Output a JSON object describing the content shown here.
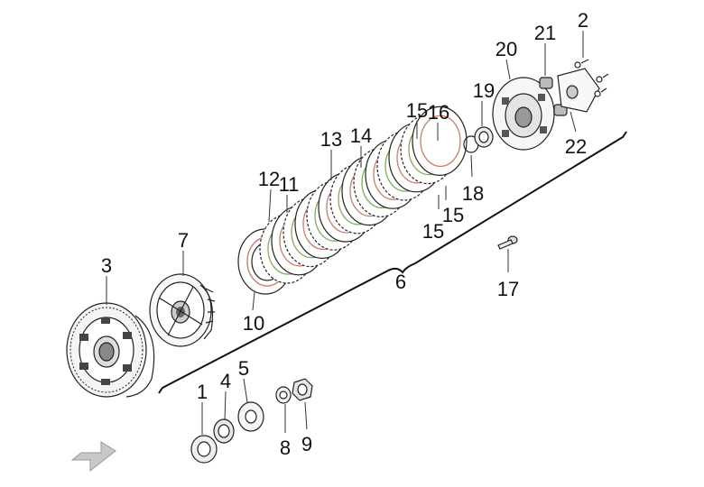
{
  "callouts": {
    "p1": "1",
    "p2": "2",
    "p3": "3",
    "p4": "4",
    "p5": "5",
    "p6": "6",
    "p7": "7",
    "p8": "8",
    "p9": "9",
    "p10": "10",
    "p11": "11",
    "p12": "12",
    "p13": "13",
    "p14": "14",
    "p15a": "15",
    "p15b": "15",
    "p15c": "15",
    "p16": "16",
    "p17": "17",
    "p18": "18",
    "p19": "19",
    "p20": "20",
    "p21": "21",
    "p22": "22"
  },
  "colors": {
    "line": "#222222",
    "friction_green": "#7fae5a",
    "steel_red": "#d07a6a",
    "arrow_gray": "#c8c8c8"
  },
  "icons": {
    "nav_arrow": "direction-arrow-icon"
  }
}
